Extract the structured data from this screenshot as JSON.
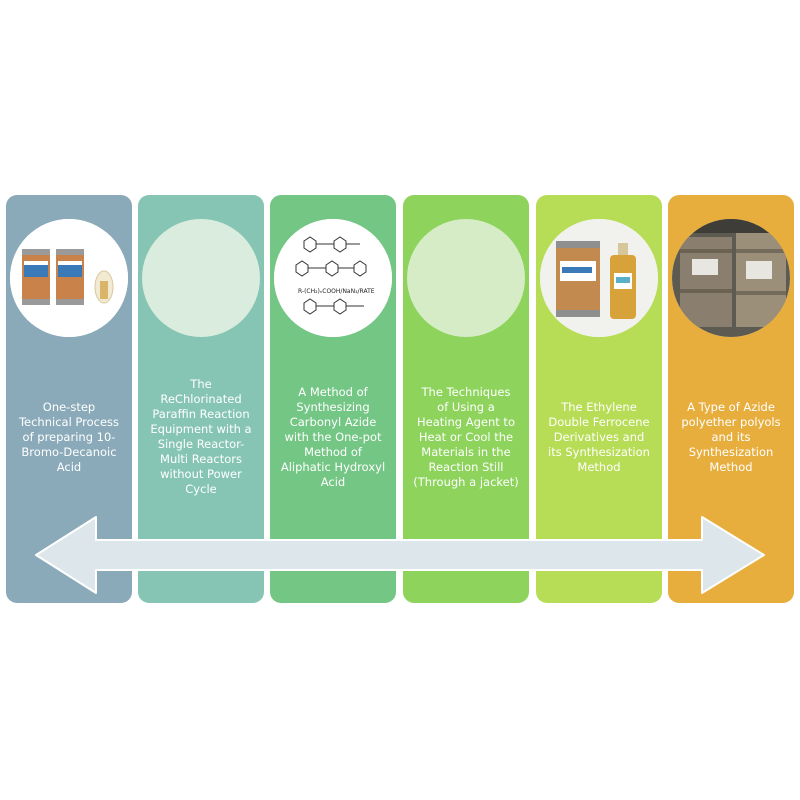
{
  "steps": [
    {
      "label": "One-step\nTechnical Process\nof preparing 10-\nBromo-Decanoic\nAcid",
      "color": "#8aaab9",
      "image": "product-drums-and-vial"
    },
    {
      "label": "The\nReChlorinated\nParaffin Reaction\nEquipment with a\nSingle Reactor-\nMulti Reactors\nwithout Power\nCycle",
      "color": "#86c5b3",
      "image": "none"
    },
    {
      "label": "A Method of\nSynthesizing\nCarbonyl Azide\nwith the One-pot\nMethod of\nAliphatic Hydroxyl\nAcid",
      "color": "#74c685",
      "image": "chemical-structure-diagram"
    },
    {
      "label": "The Techniques\nof Using a\nHeating Agent to\nHeat or Cool the\nMaterials in the\nReaction Still\n(Through a jacket)",
      "color": "#8dd35c",
      "image": "none"
    },
    {
      "label": "The Ethylene\nDouble Ferrocene\nDerivatives and\nits Synthesization\nMethod",
      "color": "#b7dc55",
      "image": "drum-and-bottle"
    },
    {
      "label": "A Type of Azide\npolyether polyols\nand its\nSynthesization\nMethod",
      "color": "#e7ae3e",
      "image": "steel-barrels"
    }
  ],
  "structure_text": "R-(CH₂)ₙCOOH/NaN₃/RATE"
}
